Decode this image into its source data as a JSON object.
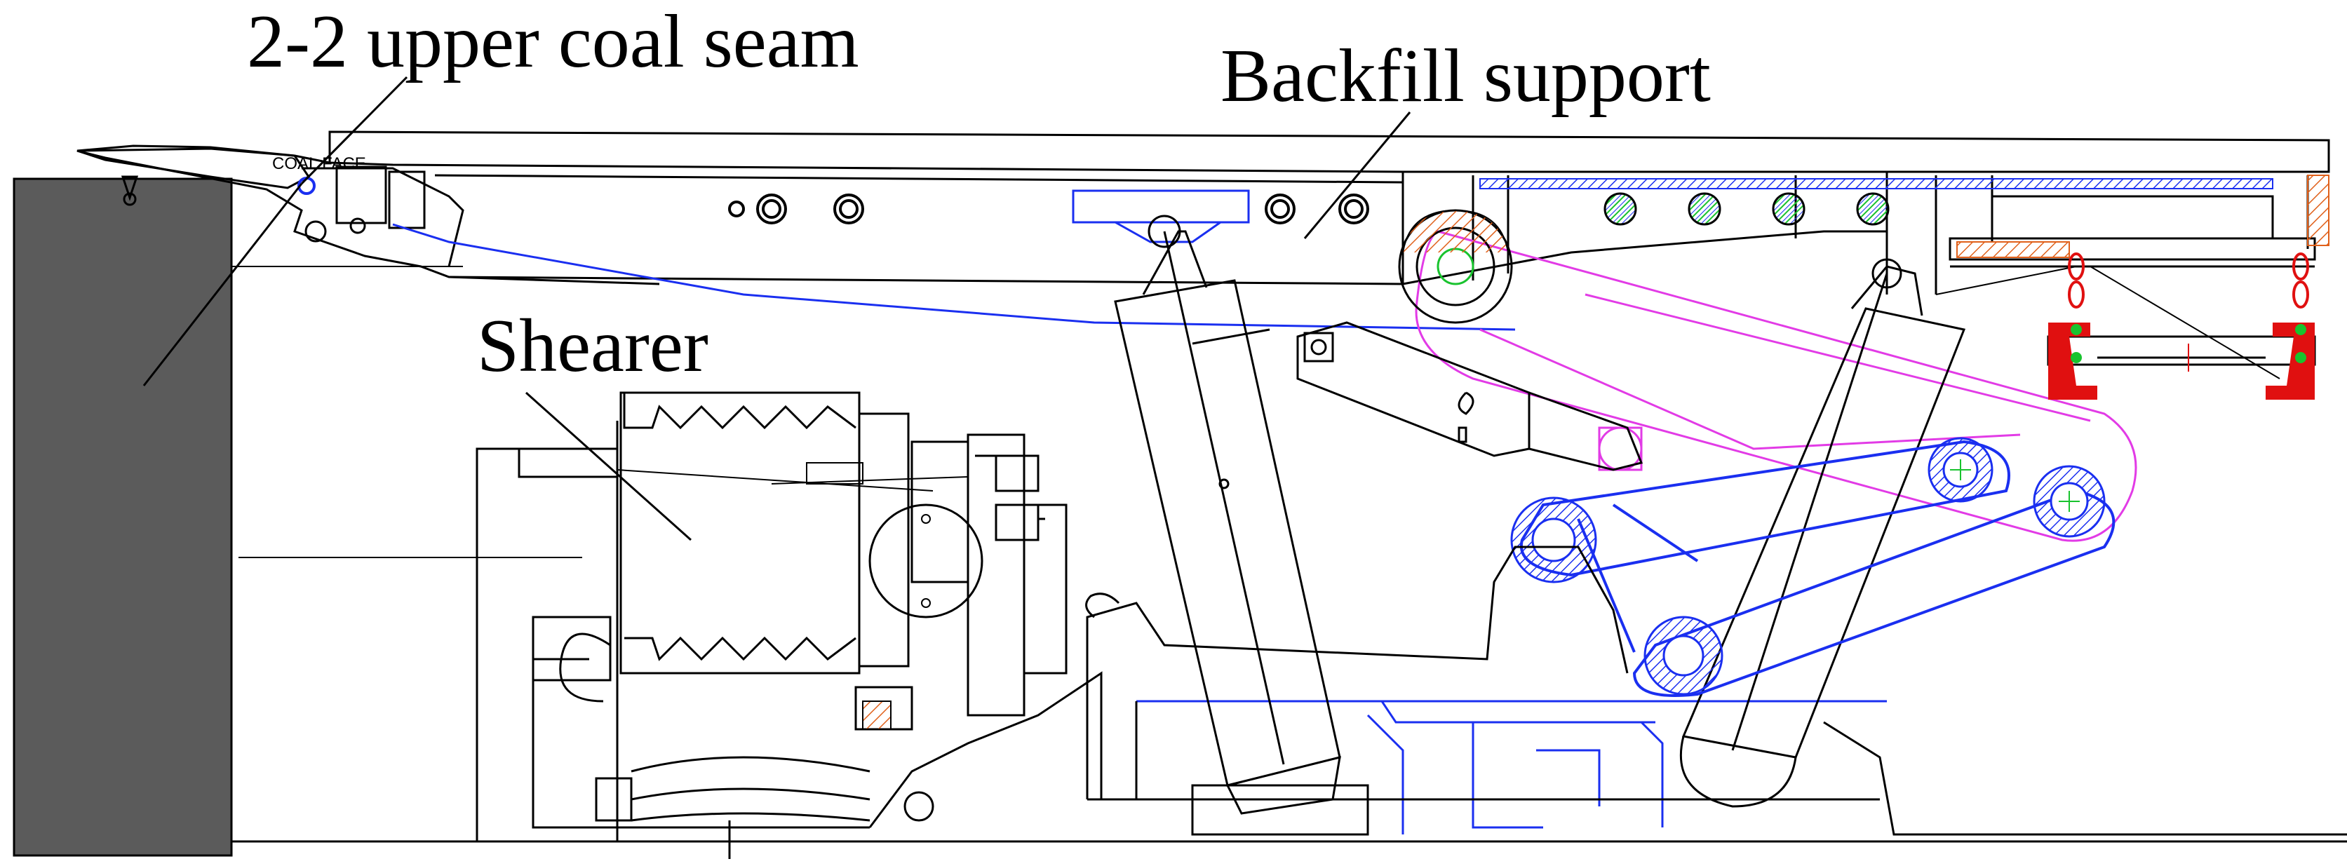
{
  "labels": {
    "coal_seam": "2-2 upper coal seam",
    "backfill_support": "Backfill support",
    "shearer": "Shearer",
    "coal_face_tag": "COAL FACE"
  },
  "colors": {
    "outline": "#000000",
    "coal_wall": "#5b5b5b",
    "hydraulic_blue": "#1a2ff0",
    "guide_magenta": "#e23be6",
    "chain_red": "#e01010",
    "marker_green": "#19c32e",
    "hatch_orange": "#e0601a"
  }
}
